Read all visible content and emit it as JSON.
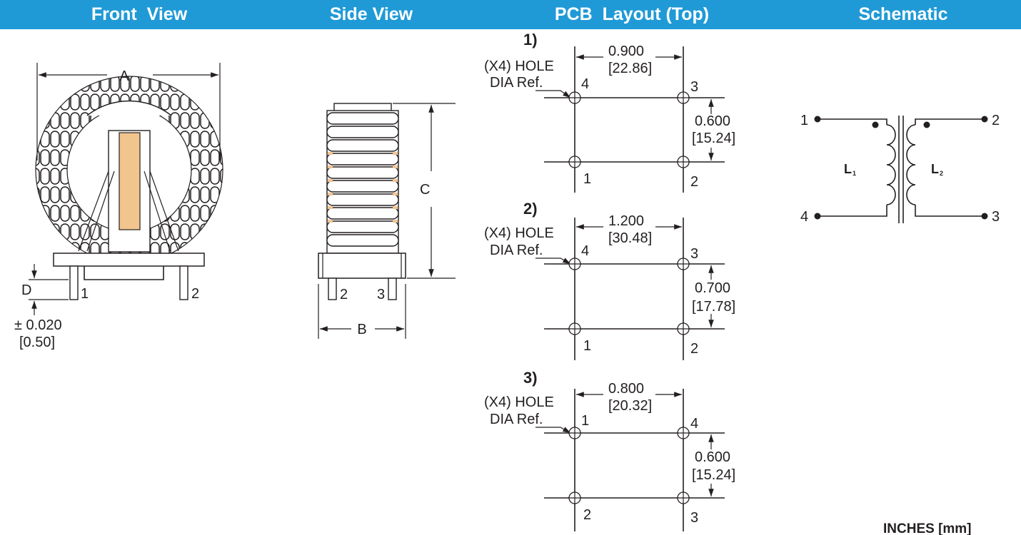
{
  "headers": {
    "front_view": "Front  View",
    "side_view": "Side View",
    "pcb_layout": "PCB  Layout (Top)",
    "schematic": "Schematic"
  },
  "colors": {
    "header_bg": "#1f9ad6",
    "header_text": "#ffffff",
    "core": "#f2c58f",
    "line": "#231f20"
  },
  "front_view": {
    "dim_a": "A",
    "dim_d": "D",
    "pin_1": "1",
    "pin_2": "2",
    "tolerance": "± 0.020",
    "tolerance_mm": "[0.50]"
  },
  "side_view": {
    "dim_b": "B",
    "dim_c": "C",
    "pin_2": "2",
    "pin_3": "3"
  },
  "pcb_layouts": [
    {
      "number": "1)",
      "hole_label_1": "(X4) HOLE",
      "hole_label_2": "DIA Ref.",
      "width_in": "0.900",
      "width_mm": "[22.86]",
      "height_in": "0.600",
      "height_mm": "[15.24]",
      "pin_top_left": "4",
      "pin_top_right": "3",
      "pin_bottom_left": "1",
      "pin_bottom_right": "2"
    },
    {
      "number": "2)",
      "hole_label_1": "(X4) HOLE",
      "hole_label_2": "DIA Ref.",
      "width_in": "1.200",
      "width_mm": "[30.48]",
      "height_in": "0.700",
      "height_mm": "[17.78]",
      "pin_top_left": "4",
      "pin_top_right": "3",
      "pin_bottom_left": "1",
      "pin_bottom_right": "2"
    },
    {
      "number": "3)",
      "hole_label_1": "(X4) HOLE",
      "hole_label_2": "DIA Ref.",
      "width_in": "0.800",
      "width_mm": "[20.32]",
      "height_in": "0.600",
      "height_mm": "[15.24]",
      "pin_top_left": "1",
      "pin_top_right": "4",
      "pin_bottom_left": "2",
      "pin_bottom_right": "3"
    }
  ],
  "schematic": {
    "pin_1": "1",
    "pin_2": "2",
    "pin_3": "3",
    "pin_4": "4",
    "l1": "L",
    "l1_sub": "1",
    "l2": "L",
    "l2_sub": "2"
  },
  "units_note": "INCHES [mm]"
}
